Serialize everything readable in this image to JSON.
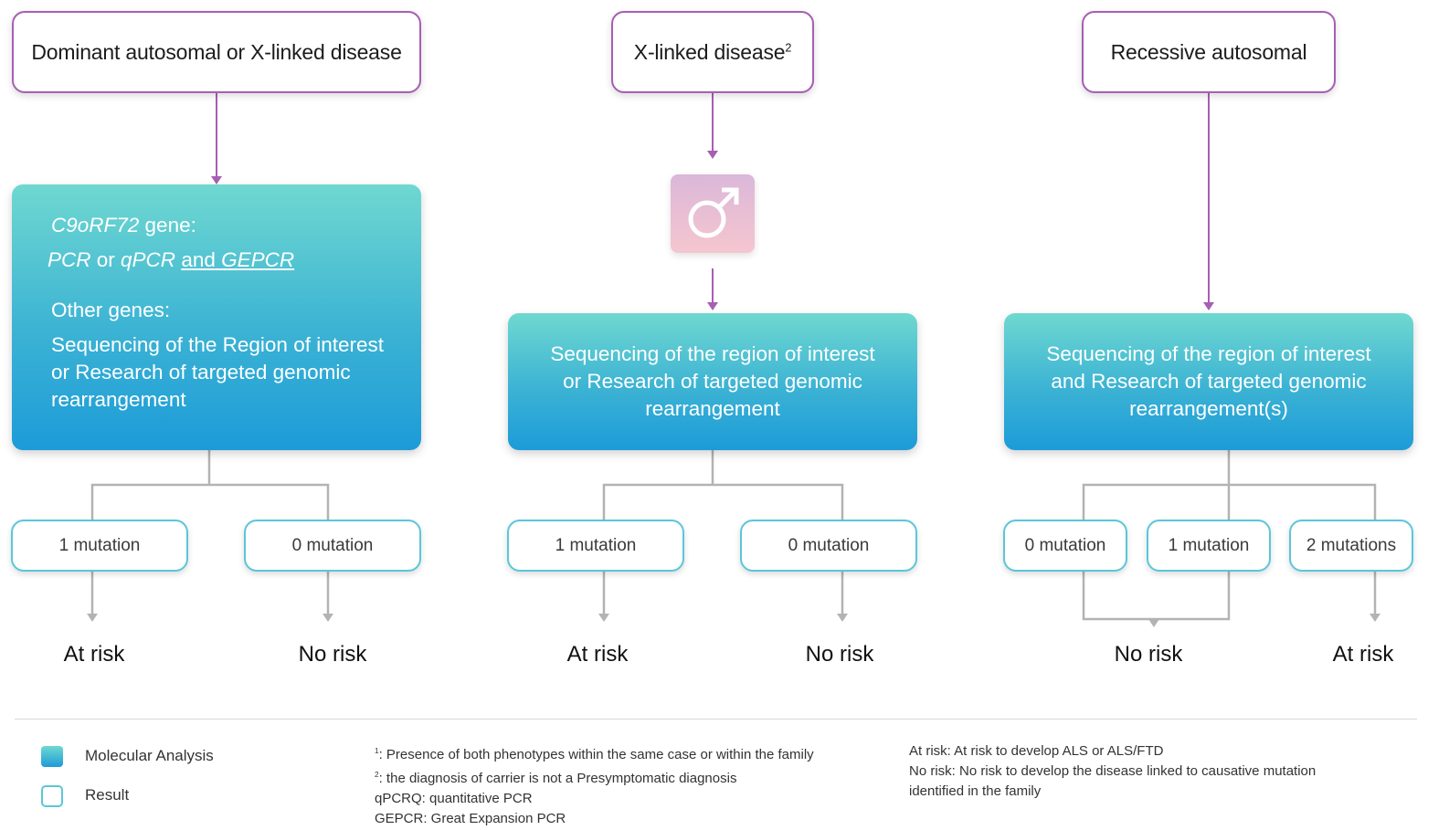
{
  "colors": {
    "purple_connector": "#a65fb3",
    "gray_connector": "#b3b3b3",
    "result_border": "#5bc6d9",
    "analysis_gradient_top": "#6fd8d0",
    "analysis_gradient_bottom": "#1c9bd8"
  },
  "columns": [
    {
      "header": "Dominant autosomal or X-linked disease",
      "analysis": {
        "c9_gene": "C9oRF72",
        "c9_gene_suffix": " gene:",
        "method_pcr": "PCR",
        "method_or": " or ",
        "method_qpcr": "qPCR",
        "method_and": "and",
        "method_gepcr": "GEPCR",
        "other_genes_label": "Other genes:",
        "other_genes_text": "Sequencing of the Region of interest or Research of targeted genomic rearrangement"
      },
      "results": [
        "1 mutation",
        "0 mutation"
      ],
      "outcomes": [
        "At risk",
        "No risk"
      ]
    },
    {
      "header": "X-linked disease",
      "header_sup": "2",
      "icon": "male-symbol-icon",
      "icon_glyph": "♂",
      "analysis": {
        "lines": [
          "Sequencing of the region of interest",
          "or Research of targeted genomic",
          "rearrangement"
        ]
      },
      "results": [
        "1 mutation",
        "0 mutation"
      ],
      "outcomes": [
        "At risk",
        "No risk"
      ]
    },
    {
      "header": "Recessive autosomal",
      "analysis": {
        "lines": [
          "Sequencing of the region of interest",
          "and Research of targeted genomic",
          "rearrangement(s)"
        ]
      },
      "results": [
        "0 mutation",
        "1 mutation",
        "2 mutations"
      ],
      "outcomes": [
        "No risk",
        "At risk"
      ]
    }
  ],
  "legend": {
    "molecular_analysis": "Molecular Analysis",
    "result": "Result"
  },
  "footnotes": {
    "note1_sup": "1",
    "note1": ": Presence of both phenotypes within the same case or within the family",
    "note2_sup": "2",
    "note2": ": the diagnosis of carrier is not a Presymptomatic diagnosis",
    "qpcrq": "qPCRQ: quantitative PCR",
    "gepcr": "GEPCR: Great Expansion PCR"
  },
  "definitions": {
    "at_risk": "At risk: At risk to develop ALS or ALS/FTD",
    "no_risk_line1": "No risk: No risk to develop the disease linked to causative mutation",
    "no_risk_line2": "identified in the family"
  }
}
